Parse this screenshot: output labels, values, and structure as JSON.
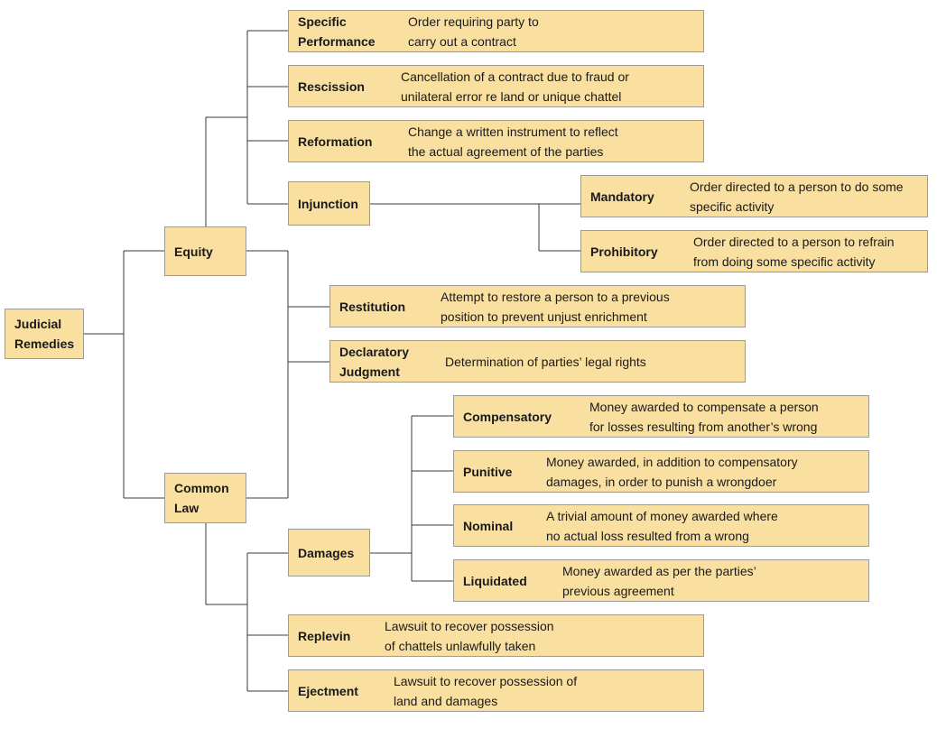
{
  "nodes": {
    "judicial_remedies": {
      "label": "Judicial\nRemedies"
    },
    "equity": {
      "label": "Equity"
    },
    "common_law": {
      "label": "Common\nLaw"
    },
    "specific_performance": {
      "label": "Specific\nPerformance",
      "desc": "Order requiring party to\ncarry out a contract"
    },
    "rescission": {
      "label": "Rescission",
      "desc": "Cancellation of a contract due to fraud or\nunilateral error re land or unique chattel"
    },
    "reformation": {
      "label": "Reformation",
      "desc": "Change a written instrument to reflect\nthe actual agreement of the parties"
    },
    "injunction": {
      "label": "Injunction"
    },
    "mandatory": {
      "label": "Mandatory",
      "desc": "Order directed to a person to do some\nspecific activity"
    },
    "prohibitory": {
      "label": "Prohibitory",
      "desc": "Order directed to a person to refrain\nfrom doing some specific activity"
    },
    "restitution": {
      "label": "Restitution",
      "desc": "Attempt to restore a person to a previous\nposition to prevent unjust enrichment"
    },
    "declaratory_judgment": {
      "label": "Declaratory\nJudgment",
      "desc": "Determination of parties’ legal rights"
    },
    "damages": {
      "label": "Damages"
    },
    "compensatory": {
      "label": "Compensatory",
      "desc": "Money awarded to compensate a person\nfor losses resulting from another’s wrong"
    },
    "punitive": {
      "label": "Punitive",
      "desc": "Money awarded, in addition to compensatory\ndamages, in order to punish a wrongdoer"
    },
    "nominal": {
      "label": "Nominal",
      "desc": "A trivial amount of money awarded where\nno actual loss resulted from a wrong"
    },
    "liquidated": {
      "label": "Liquidated",
      "desc": "Money awarded as per the parties’\nprevious agreement"
    },
    "replevin": {
      "label": "Replevin",
      "desc": "Lawsuit to recover possession\nof chattels unlawfully taken"
    },
    "ejectment": {
      "label": "Ejectment",
      "desc": "Lawsuit to recover possession of\nland and damages"
    }
  },
  "colors": {
    "box_fill": "#f9dfa0",
    "box_border": "#9b9b9b",
    "connector": "#3a3a3a"
  }
}
